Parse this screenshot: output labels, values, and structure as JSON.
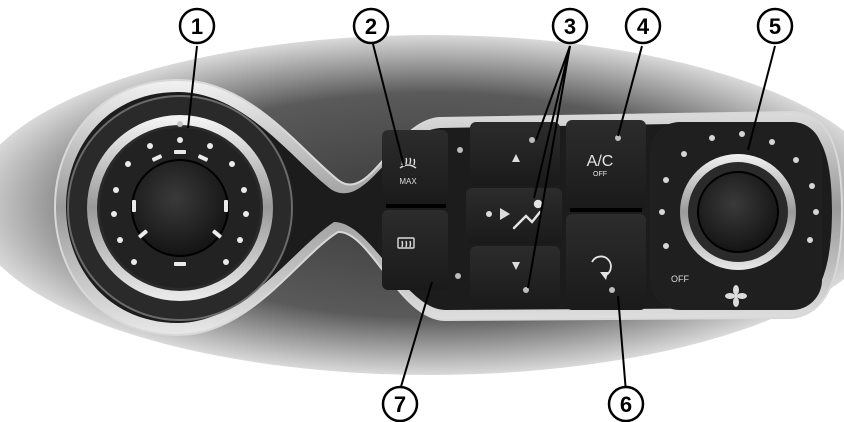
{
  "callouts": [
    {
      "number": "1"
    },
    {
      "number": "2"
    },
    {
      "number": "3"
    },
    {
      "number": "4"
    },
    {
      "number": "5"
    },
    {
      "number": "6"
    },
    {
      "number": "7"
    }
  ],
  "panel": {
    "max_label": "MAX",
    "ac_label": "A/C",
    "ac_off_label": "OFF",
    "fan_off_label": "OFF"
  },
  "icons": {
    "max_defrost": "windshield-defrost-icon",
    "rear_defrost": "rear-defrost-icon",
    "up": "arrow-up-icon",
    "down": "arrow-down-icon",
    "air_distribution": "air-distribution-icon",
    "recirculation": "recirculation-icon",
    "fan": "fan-icon"
  }
}
